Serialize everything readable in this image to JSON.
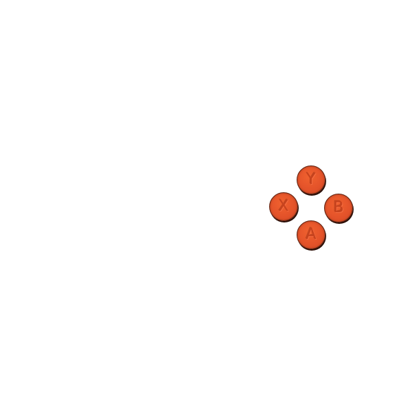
{
  "face_buttons": {
    "y": {
      "label": "Y"
    },
    "x": {
      "label": "X"
    },
    "b": {
      "label": "B"
    },
    "a": {
      "label": "A"
    }
  },
  "colors": {
    "background": "#ffffff",
    "button": "#e4532a",
    "button_outline": "#5a1d0c",
    "label": "#c8421d"
  }
}
